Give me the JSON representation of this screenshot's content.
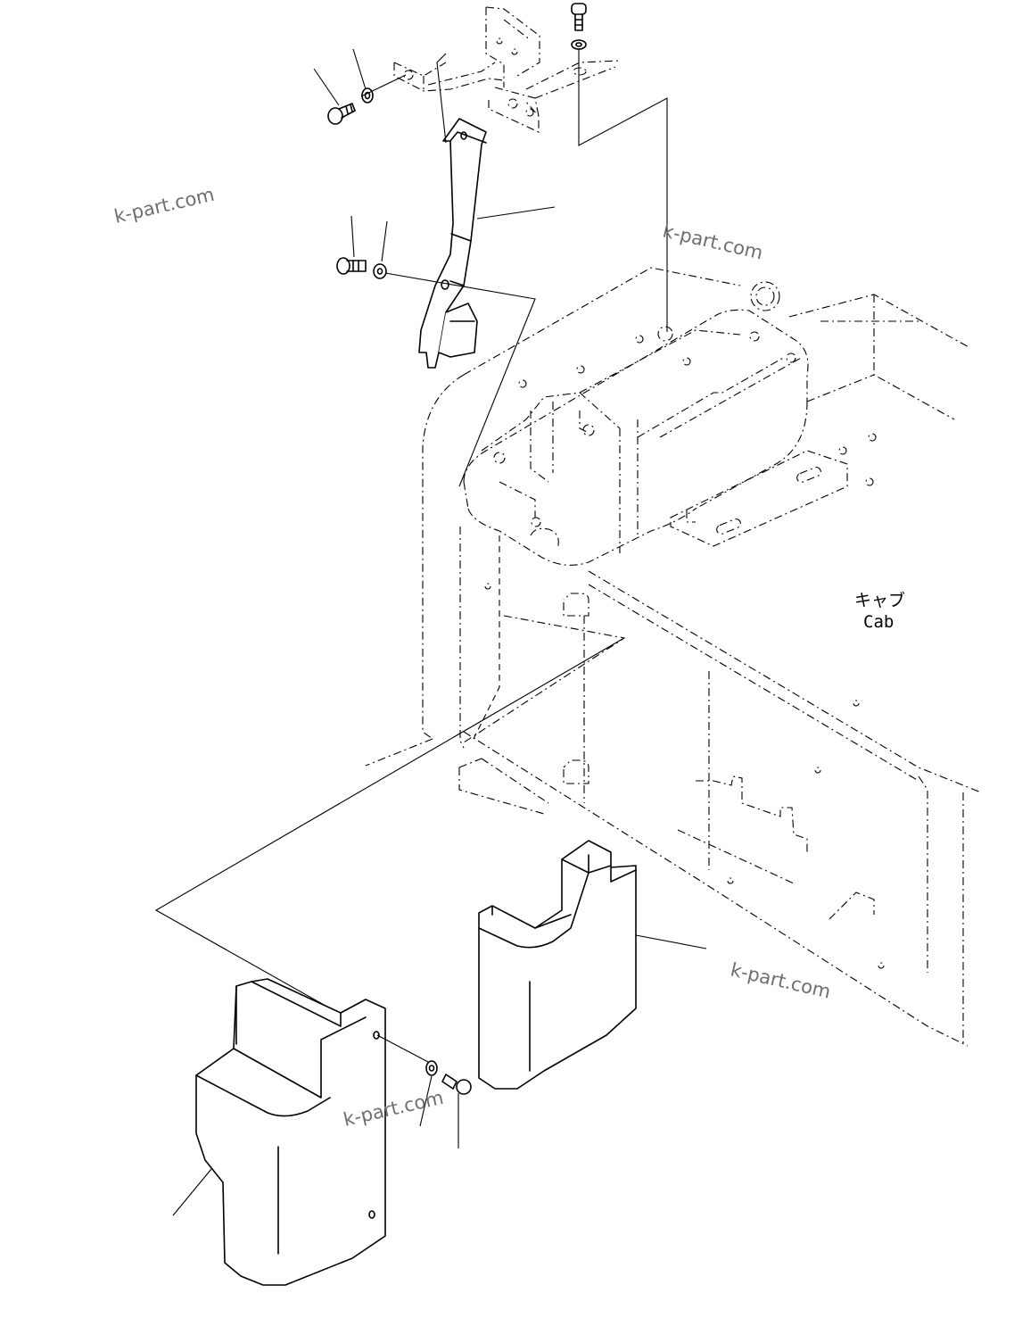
{
  "labels": {
    "cab_jp": "キャブ",
    "cab_en": "Cab"
  },
  "watermarks": [
    "k-part.com",
    "k-part.com",
    "k-part.com",
    "k-part.com"
  ]
}
